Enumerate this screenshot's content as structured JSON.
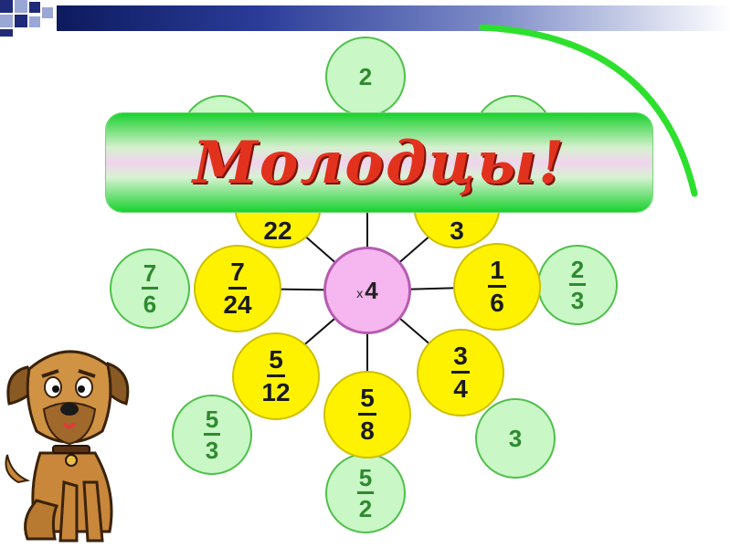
{
  "banner": {
    "text": "Молодцы!"
  },
  "center": {
    "operator": "x",
    "value": "4"
  },
  "outer": {
    "top": "2",
    "upper_left": "",
    "upper_right": "",
    "left_num": "7",
    "left_den": "6",
    "right_num": "2",
    "right_den": "3",
    "lower_left_num": "5",
    "lower_left_den": "3",
    "lower_right": "3",
    "bottom_num": "5",
    "bottom_den": "2"
  },
  "inner": {
    "upper_left_den": "22",
    "upper_right_den": "3",
    "left_num": "7",
    "left_den": "24",
    "right_num": "1",
    "right_den": "6",
    "lower_left_num": "5",
    "lower_left_den": "12",
    "lower_right_num": "3",
    "lower_right_den": "4",
    "bottom_num": "5",
    "bottom_den": "8"
  },
  "colors": {
    "outer_fill": "#c9f7c6",
    "outer_text": "#2f8a2f",
    "inner_fill": "#fff200",
    "center_fill": "#f6b6ef",
    "banner_text": "#e2321e"
  }
}
